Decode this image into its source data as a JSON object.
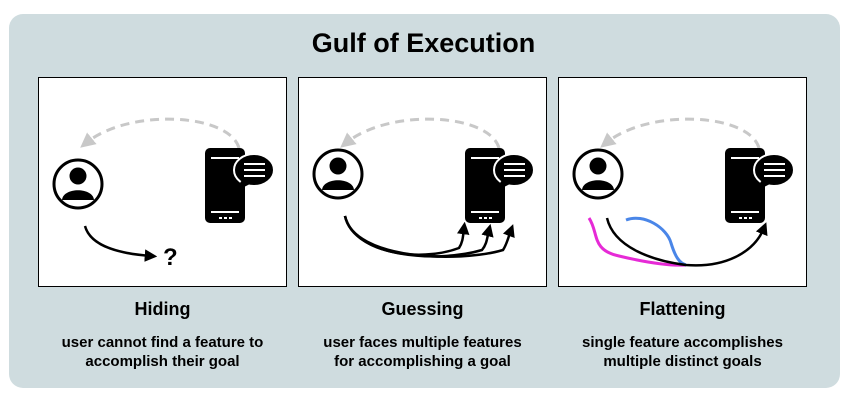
{
  "title": "Gulf of Execution",
  "icons": {
    "person": "person-icon",
    "phone": "smartphone-icon",
    "chat": "chat-bubble-icon"
  },
  "colors": {
    "background": "#cfdcdf",
    "dashed_arrow": "#c8c8c8",
    "magenta_path": "#e62ad6",
    "blue_path": "#4a86e8"
  },
  "panels": [
    {
      "title": "Hiding",
      "desc_line1": "user cannot find a feature to",
      "desc_line2": "accomplish their goal",
      "question_mark": "?"
    },
    {
      "title": "Guessing",
      "desc_line1": "user faces multiple features",
      "desc_line2": "for accomplishing a goal"
    },
    {
      "title": "Flattening",
      "desc_line1": "single feature accomplishes",
      "desc_line2": "multiple distinct goals"
    }
  ]
}
